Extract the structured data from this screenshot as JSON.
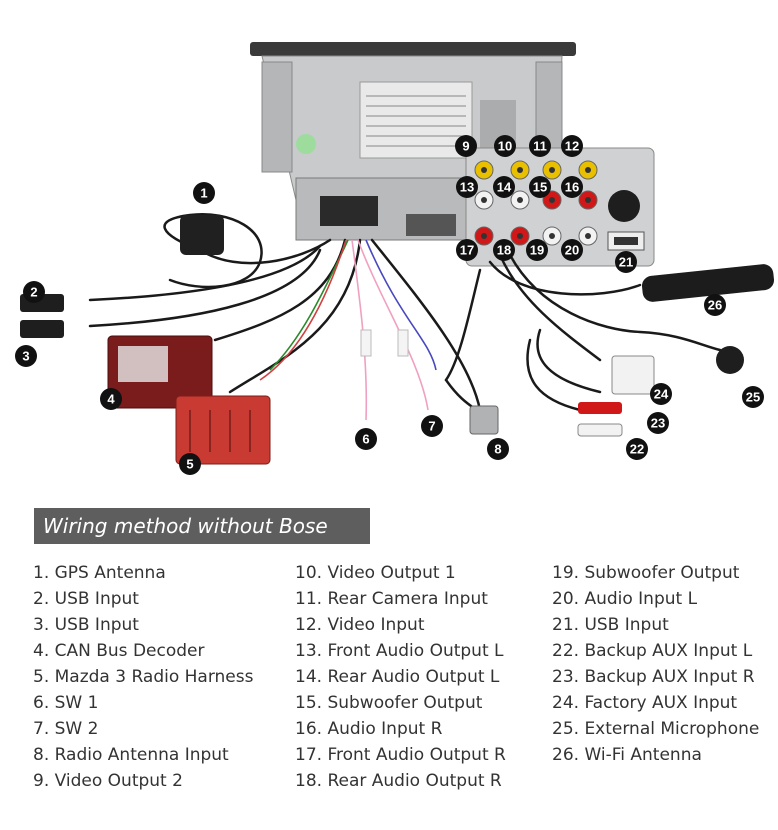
{
  "title": "Wiring method without Bose system",
  "legend": [
    [
      "1. GPS Antenna",
      "2. USB Input",
      "3. USB Input",
      "4. CAN Bus Decoder",
      "5. Mazda 3 Radio Harness",
      "6. SW 1",
      "7. SW 2",
      "8. Radio Antenna Input",
      "9. Video Output 2"
    ],
    [
      "10. Video Output 1",
      "11. Rear Camera Input",
      "12. Video Input",
      "13. Front Audio Output L",
      "14. Rear Audio Output L",
      "15. Subwoofer Output",
      "16. Audio Input R",
      "17. Front Audio Output R",
      "18. Rear Audio Output R"
    ],
    [
      "19. Subwoofer Output",
      "20. Audio Input L",
      "21. USB Input",
      "22. Backup AUX Input L",
      "23. Backup AUX Input R",
      "24. Factory AUX Input",
      "25. External Microphone",
      "26. Wi-Fi Antenna"
    ]
  ],
  "callouts": [
    "1",
    "2",
    "3",
    "4",
    "5",
    "6",
    "7",
    "8",
    "9",
    "10",
    "11",
    "12",
    "13",
    "14",
    "15",
    "16",
    "17",
    "18",
    "19",
    "20",
    "21",
    "22",
    "23",
    "24",
    "25",
    "26"
  ],
  "colors": {
    "banner": "#5e5e5e",
    "unit_body": "#c4c6c8",
    "rca_yellow": "#e8c000",
    "rca_red": "#d01818",
    "rca_white": "#f2f2f2",
    "harness_red": "#c83a32",
    "decoder": "#7a1c1c",
    "cable": "#1a1a1a"
  },
  "icons": [
    "gps-antenna-icon",
    "usb-plug-icon",
    "can-decoder-box-icon",
    "radio-harness-connector-icon",
    "rca-jack-icon",
    "wifi-antenna-icon",
    "microphone-icon"
  ]
}
